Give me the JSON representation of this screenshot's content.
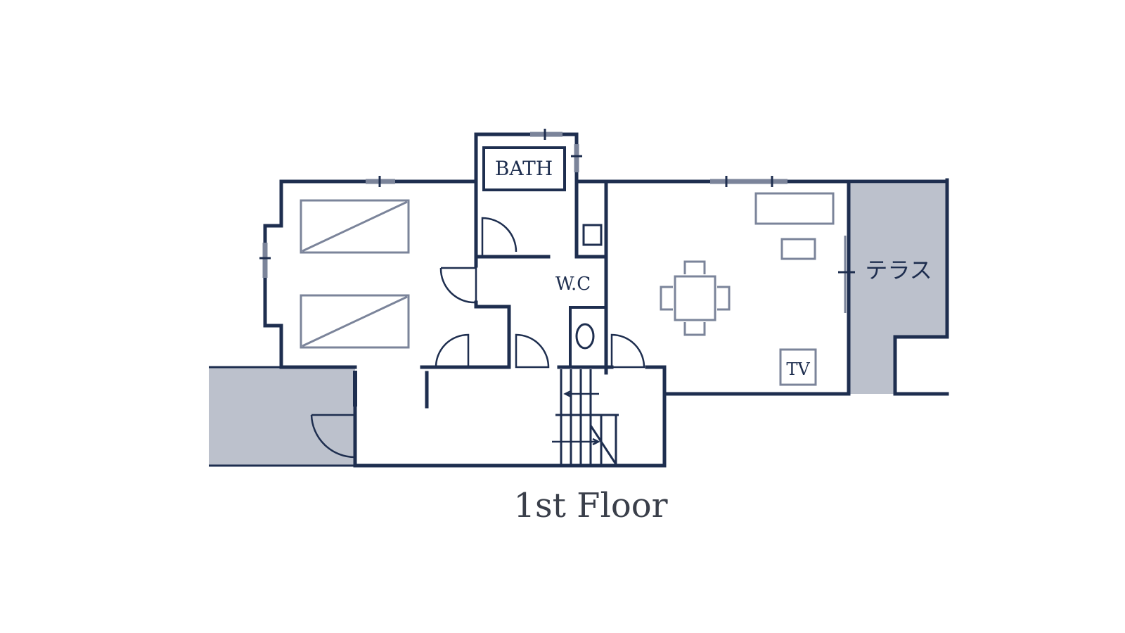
{
  "floor_title": "1st Floor",
  "rooms": {
    "bath": "BATH",
    "wc": "W.C",
    "terrace": "テラス",
    "tv": "TV"
  },
  "colors": {
    "wall": "#1e2e4f",
    "furniture": "#7b849a",
    "outdoor_shade": "#bcc1cc"
  }
}
